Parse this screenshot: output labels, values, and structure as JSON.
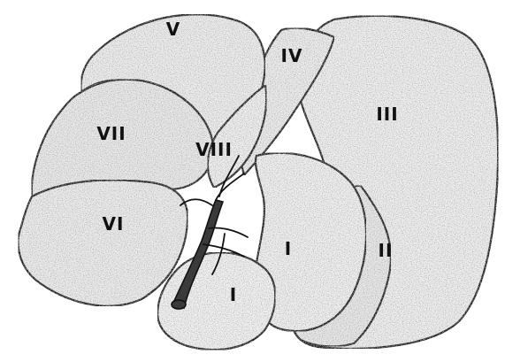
{
  "figure": {
    "segments": [
      {
        "id": "V",
        "label": "V"
      },
      {
        "id": "IV",
        "label": "IV"
      },
      {
        "id": "VII",
        "label": "VII"
      },
      {
        "id": "III",
        "label": "III"
      },
      {
        "id": "VIII",
        "label": "VIII"
      },
      {
        "id": "VI",
        "label": "VI"
      },
      {
        "id": "I-right",
        "label": "I"
      },
      {
        "id": "II",
        "label": "II"
      },
      {
        "id": "I-lower",
        "label": "I"
      }
    ],
    "colors": {
      "lobe_fill": "#efefef",
      "stipple": "#6b6b6b",
      "outline": "#1a1a1a",
      "background": "#ffffff"
    }
  }
}
